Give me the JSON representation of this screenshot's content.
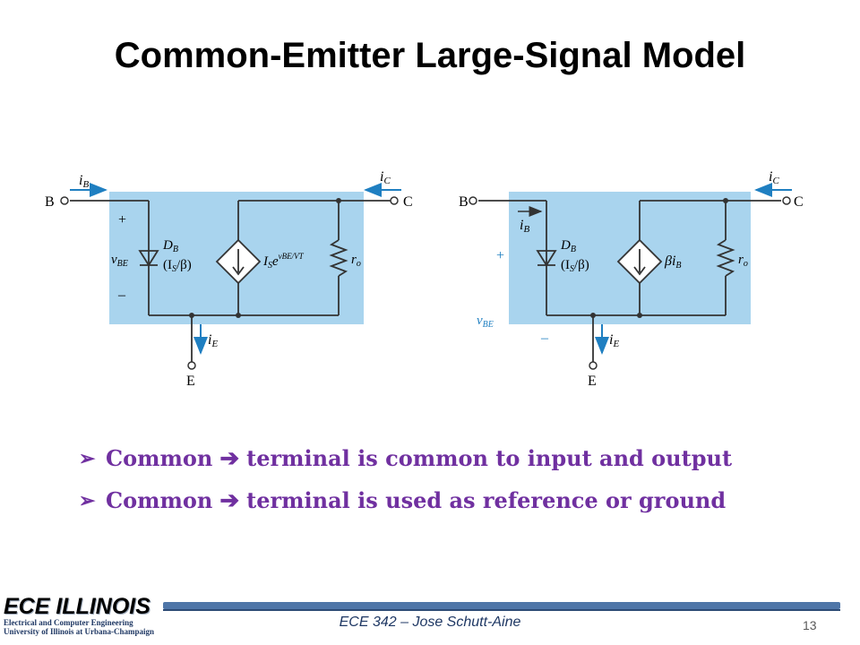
{
  "slide": {
    "title": "Common-Emitter Large-Signal Model",
    "page_number": "13",
    "footer": "ECE 342 – Jose Schutt-Aine"
  },
  "circuit_a": {
    "terminal_b": "B",
    "terminal_c": "C",
    "terminal_e": "E",
    "current_b_main": "i",
    "current_b_sub": "B",
    "current_c_main": "i",
    "current_c_sub": "C",
    "current_e_main": "i",
    "current_e_sub": "E",
    "plus": "+",
    "minus": "–",
    "vbe_main": "v",
    "vbe_sub": "BE",
    "diode_main": "D",
    "diode_sub": "B",
    "diode_value": "(I",
    "diode_value_sub": "S",
    "diode_value_tail": "/β)",
    "source_main": "I",
    "source_sub": "S",
    "source_e": "e",
    "source_exp": "vBE/VT",
    "ro_main": "r",
    "ro_sub": "o"
  },
  "circuit_b": {
    "terminal_b": "B",
    "terminal_c": "C",
    "terminal_e": "E",
    "current_b_main": "i",
    "current_b_sub": "B",
    "current_c_main": "i",
    "current_c_sub": "C",
    "current_e_main": "i",
    "current_e_sub": "E",
    "plus": "+",
    "minus": "–",
    "vbe_main": "v",
    "vbe_sub": "BE",
    "diode_main": "D",
    "diode_sub": "B",
    "diode_value": "(I",
    "diode_value_sub": "S",
    "diode_value_tail": "/β)",
    "source_label": "βi",
    "source_label_sub": "B",
    "ro_main": "r",
    "ro_sub": "o"
  },
  "bullets": [
    {
      "lead": "Common",
      "rest": "terminal is common to input and output"
    },
    {
      "lead": "Common",
      "rest": "terminal is used as reference or ground"
    }
  ],
  "logo": {
    "main": "ECE ILLINOIS",
    "line1": "Electrical and Computer Engineering",
    "line2": "University of Illinois at Urbana-Champaign"
  },
  "colors": {
    "bullet_text": "#7030A0",
    "circuit_bg": "#A9D4EE",
    "arrow": "#1F7FC1",
    "footer_bar": "#4F76A8"
  },
  "icons": {
    "bullet": "right-triangle-bullet-icon",
    "implies": "bold-right-arrow-icon"
  }
}
